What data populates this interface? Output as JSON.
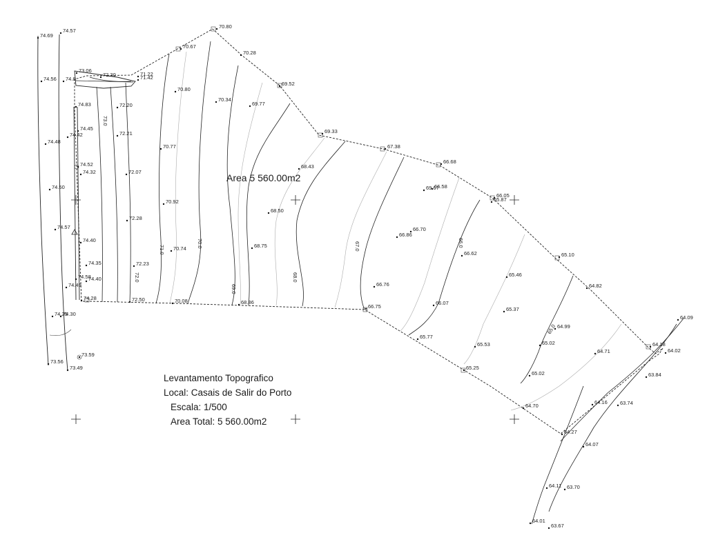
{
  "area_label": "Area 5 560.00m2",
  "info": {
    "title": "Levantamento Topografico",
    "local": "Local: Casais de Salir do Porto",
    "escala": "Escala: 1/500",
    "area_total": "Area Total: 5 560.00m2"
  },
  "points": [
    "74.69",
    "74.57",
    "70.80",
    "70.67",
    "70.28",
    "69.52",
    "73.06",
    "72.30",
    "71.22",
    "71.42",
    "74.56",
    "74.8",
    "70.80",
    "70.34",
    "69.77",
    "74.83",
    "72.20",
    "69.33",
    "74.45",
    "72.21",
    "74.48",
    "74.42",
    "70.77",
    "67.38",
    "66.68",
    "74.52",
    "68.43",
    "74.32",
    "72.07",
    "69.67",
    "66.58",
    "74.50",
    "66.05",
    "65.87",
    "70.92",
    "68.50",
    "72.28",
    "74.57",
    "66.70",
    "66.86",
    "74.40",
    "68.75",
    "70.74",
    "66.62",
    "74.35",
    "72.23",
    "65.10",
    "74.58",
    "74.40",
    "74.49",
    "65.46",
    "74.28",
    "72.50",
    "70.08",
    "66.76",
    "64.82",
    "68.86",
    "66.07",
    "66.75",
    "74.25",
    "74.30",
    "65.37",
    "64.09",
    "64.99",
    "65.77",
    "73.59",
    "65.53",
    "65.02",
    "64.18",
    "64.02",
    "64.71",
    "73.56",
    "73.49",
    "65.25",
    "65.02",
    "63.84",
    "64.70",
    "64.16",
    "63.74",
    "64.27",
    "64.07",
    "64.11",
    "63.70",
    "64.01",
    "63.67"
  ],
  "contours": [
    "73.0",
    "72.0",
    "71.0",
    "70.0",
    "69.0",
    "68.0",
    "67.0",
    "66.0",
    "65.0"
  ]
}
